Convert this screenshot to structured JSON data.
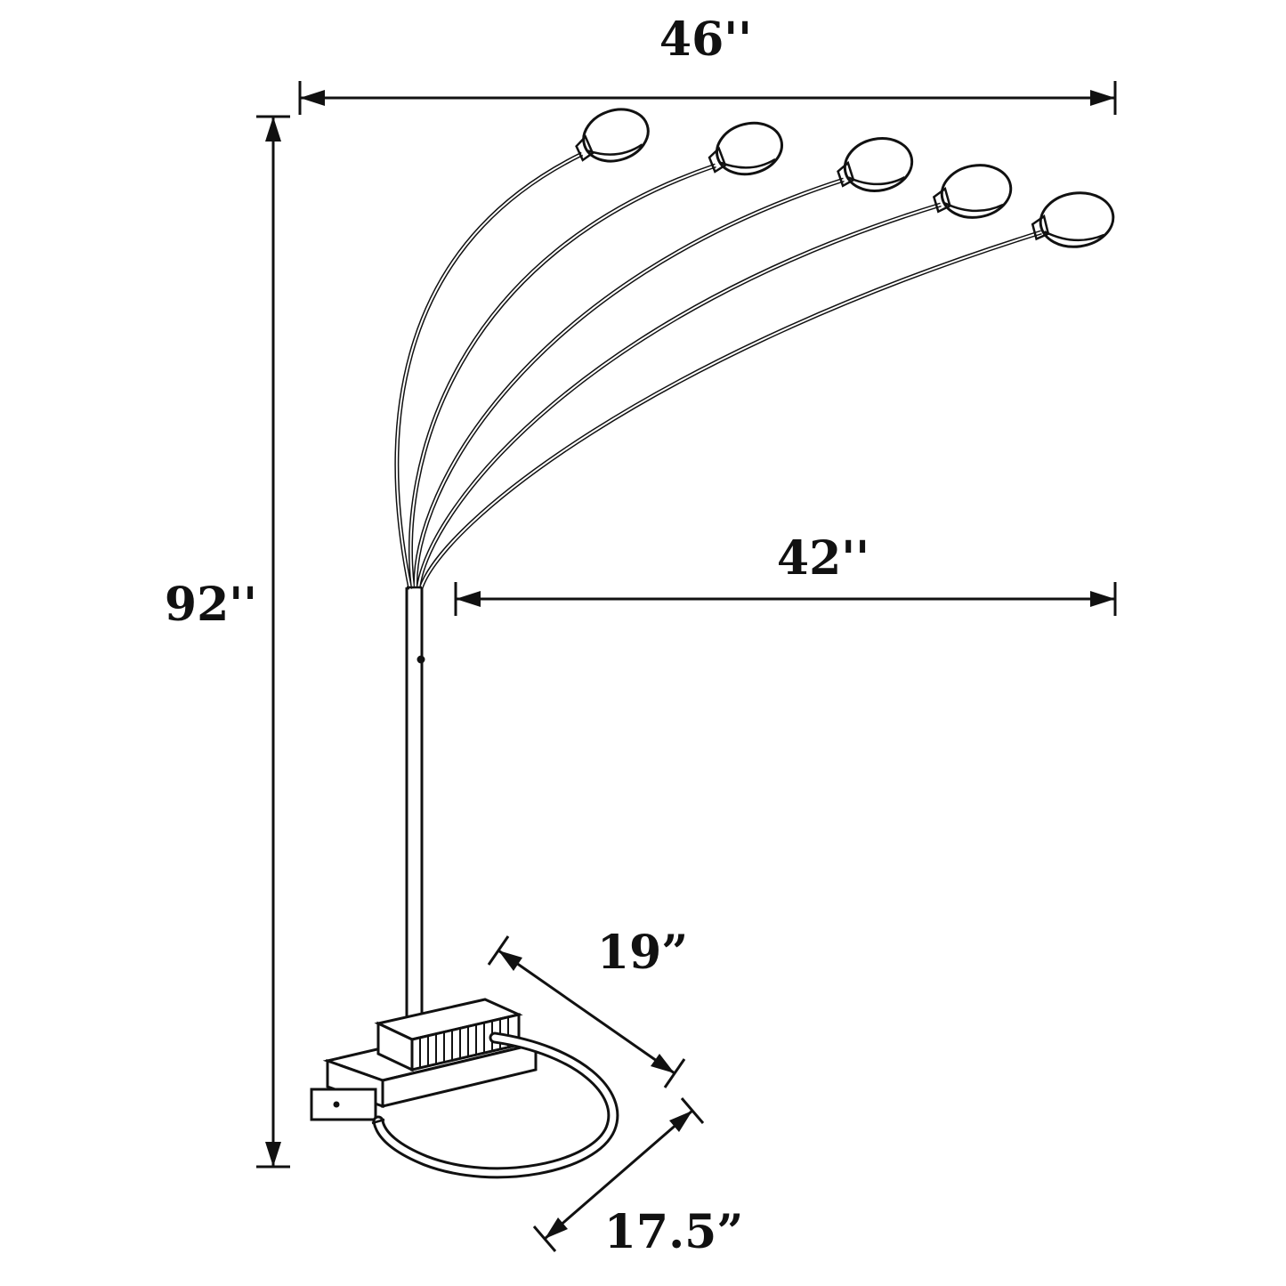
{
  "diagram": {
    "background_color": "#ffffff",
    "line_color": "#111111",
    "labels": {
      "overall_width": "46''",
      "overall_height": "92''",
      "arm_extension": "42''",
      "base_depth": "19”",
      "base_width": "17.5”"
    }
  }
}
